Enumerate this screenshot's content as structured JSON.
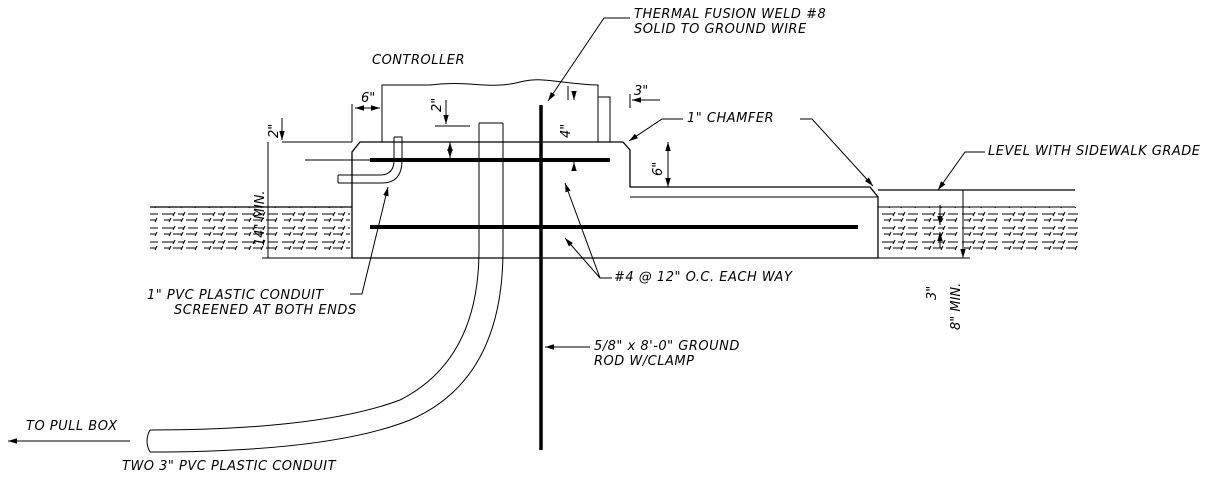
{
  "labels": {
    "controller": "CONTROLLER",
    "thermal_weld_line1": "THERMAL FUSION WELD #8",
    "thermal_weld_line2": "SOLID TO GROUND WIRE",
    "chamfer": "1\" CHAMFER",
    "level_sidewalk": "LEVEL WITH SIDEWALK GRADE",
    "rebar": "#4 @ 12\" O.C. EACH WAY",
    "pvc_conduit_line1": "1\" PVC PLASTIC CONDUIT",
    "pvc_conduit_line2": "SCREENED AT BOTH ENDS",
    "ground_rod_line1": "5/8\" x 8'-0\" GROUND",
    "ground_rod_line2": "ROD W/CLAMP",
    "pull_box": "TO PULL BOX",
    "two_conduit": "TWO 3\" PVC PLASTIC CONDUIT"
  },
  "dimensions": {
    "six_top": "6\"",
    "two_top": "2\"",
    "two_left": "2\"",
    "three_top": "3\"",
    "four": "4\"",
    "six_right": "6\"",
    "fourteen_min": "14\" MIN.",
    "three_bottom": "3\"",
    "eight_min": "8\" MIN."
  }
}
